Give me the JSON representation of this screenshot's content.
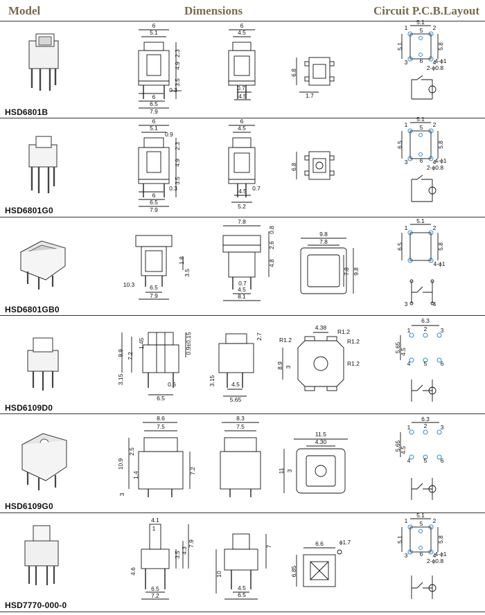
{
  "header": {
    "model": "Model",
    "dimensions": "Dimensions",
    "circuit": "Circuit P.C.B.Layout"
  },
  "rows": [
    {
      "model": "HSD6801B",
      "front_dims": [
        "6",
        "5.1",
        "2.3",
        "4.9",
        "3.5",
        "0.3",
        "6",
        "6.5",
        "7.9"
      ],
      "side_dims": [
        "6",
        "4.5",
        "0.7",
        "4.5"
      ],
      "bottom_dims": [
        "6.8",
        "1.7"
      ],
      "pcb_dims": [
        "5.1",
        "5.1",
        "5.8",
        "4-ϕ1",
        "2-ϕ0.8"
      ],
      "pins": [
        "1",
        "2",
        "3",
        "4",
        "5",
        "6"
      ]
    },
    {
      "model": "HSD6801G0",
      "front_dims": [
        "6",
        "5.1",
        "0.9",
        "2.3",
        "4.9",
        "3.5",
        "0.3",
        "6",
        "6.5",
        "7.9"
      ],
      "side_dims": [
        "6",
        "4.5",
        "0.7",
        "4.5",
        "5.2"
      ],
      "bottom_dims": [
        "6.8"
      ],
      "pcb_dims": [
        "5.1",
        "6.5",
        "5.8",
        "4-ϕ1",
        "2-ϕ0.8"
      ],
      "pins": [
        "1",
        "2",
        "3",
        "4",
        "5",
        "6"
      ]
    },
    {
      "model": "HSD6801GB0",
      "front_dims": [
        "1.8",
        "3.5",
        "10.3",
        "6.5",
        "7.9"
      ],
      "side_dims": [
        "7.8",
        "0.8",
        "2.6",
        "4.8",
        "0.7",
        "4.5",
        "8.1"
      ],
      "bottom_dims": [
        "9.8",
        "7.8",
        "9.8",
        "7.8"
      ],
      "pcb_dims": [
        "5.1",
        "6.5",
        "5.8",
        "4-ϕ1"
      ],
      "pins": [
        "1",
        "2",
        "3",
        "4"
      ]
    },
    {
      "model": "HSD6109D0",
      "front_dims": [
        "9.9",
        "7.2",
        "1.45",
        "0.9±0.15",
        "3.15",
        "0.6",
        "6.5"
      ],
      "side_dims": [
        "2.7",
        "3.15",
        "4.5",
        "5.65"
      ],
      "bottom_dims": [
        "4.38",
        "R1.2",
        "R1.2",
        "R1.2",
        "R1.2",
        "8.9",
        "3"
      ],
      "pcb_dims": [
        "6.3",
        "5.65",
        "4.5"
      ],
      "pins": [
        "1",
        "2",
        "3",
        "4",
        "5",
        "6"
      ]
    },
    {
      "model": "HSD6109G0",
      "front_dims": [
        "8.6",
        "7.5",
        "2.5",
        "10.9",
        "1.4",
        "7.2",
        "3"
      ],
      "side_dims": [
        "8.3",
        "7.5"
      ],
      "bottom_dims": [
        "11.5",
        "4.30",
        "11",
        "3"
      ],
      "pcb_dims": [
        "6.3",
        "5.65",
        "4.5"
      ],
      "pins": [
        "1",
        "2",
        "3",
        "4",
        "5",
        "6"
      ]
    },
    {
      "model": "HSD7770-000-0",
      "front_dims": [
        "4.1",
        "1",
        "3.5",
        "4.3",
        "7.9",
        "4.6",
        "6.5",
        "7.2"
      ],
      "side_dims": [
        "7",
        "10",
        "4.5",
        "6.5"
      ],
      "bottom_dims": [
        "6.6",
        "ϕ1.7",
        "6.85"
      ],
      "pcb_dims": [
        "5.1",
        "5.1",
        "5.8",
        "4-ϕ1",
        "2-ϕ0.8"
      ],
      "pins": [
        "1",
        "2",
        "3",
        "4",
        "5",
        "6"
      ]
    }
  ],
  "colors": {
    "header_text": "#7a6a4e",
    "pad_outline": "#3a8fd0"
  }
}
